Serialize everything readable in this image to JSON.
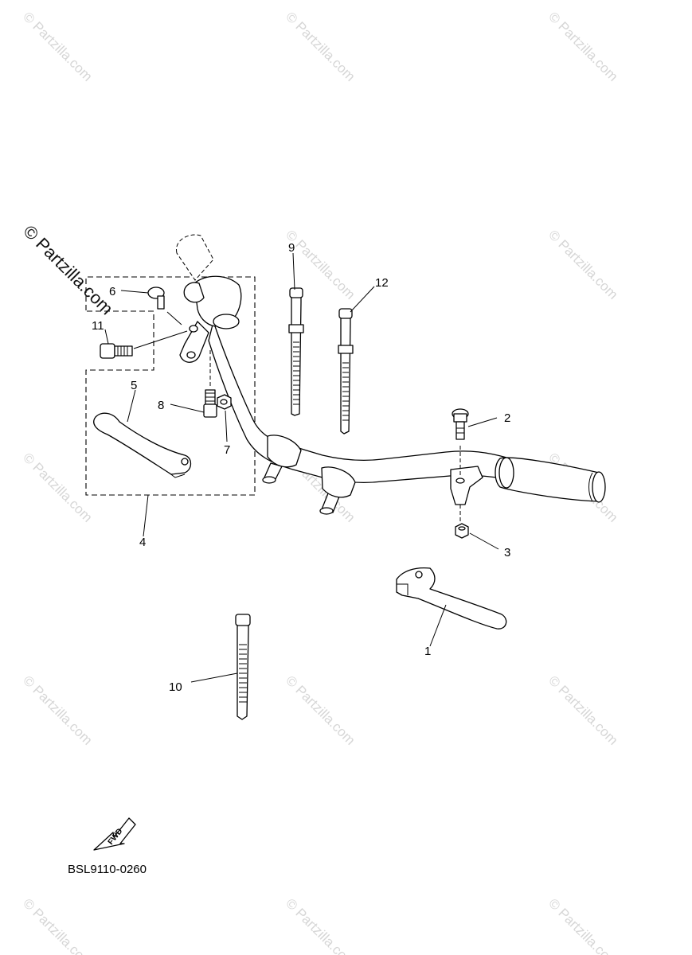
{
  "diagram": {
    "callouts": [
      "1",
      "2",
      "3",
      "4",
      "5",
      "6",
      "7",
      "8",
      "9",
      "10",
      "11",
      "12"
    ],
    "fwd_label": "FWD",
    "part_code": "BSL9110-0260"
  },
  "watermark": {
    "text": "© Partzilla.com"
  }
}
